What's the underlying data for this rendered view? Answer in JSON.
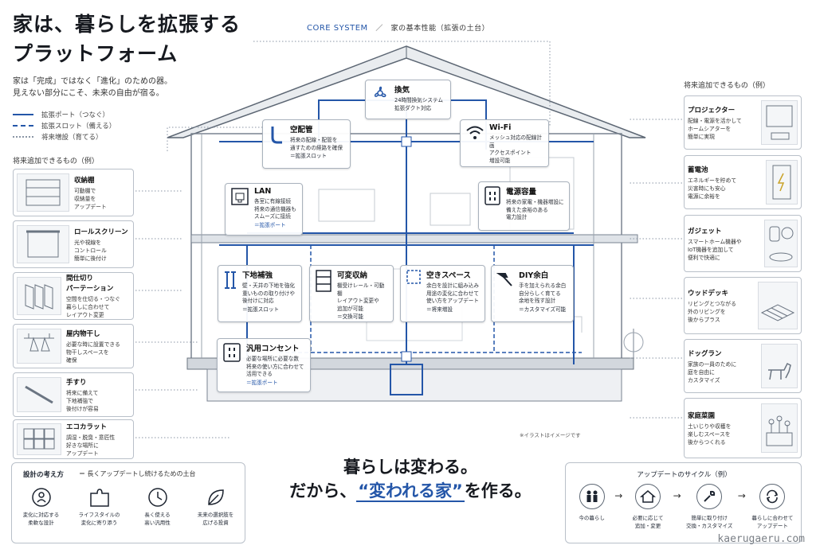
{
  "header": {
    "title_line1": "家は、暮らしを拡張する",
    "title_line2": "プラットフォーム",
    "lead_line1": "家は「完成」ではなく「進化」のための器。",
    "lead_line2": "見えない部分にこそ、未来の自由が宿る。"
  },
  "legend": [
    {
      "label": "拡張ポート（つなぐ）"
    },
    {
      "label": "拡張スロット（備える）"
    },
    {
      "label": "将来増設（育てる）"
    }
  ],
  "core": {
    "title": "CORE SYSTEM",
    "slash": "／",
    "subtitle": "家の基本性能（拡張の土台）"
  },
  "left": {
    "heading": "将来追加できるもの（例）",
    "items": [
      {
        "title": "収納棚",
        "body": [
          "可動棚で",
          "収納量を",
          "アップデート"
        ]
      },
      {
        "title": "ロールスクリーン",
        "body": [
          "光や視線を",
          "コントロール",
          "簡単に後付け"
        ]
      },
      {
        "title": "間仕切り",
        "title2": "パーテーション",
        "body": [
          "空間を仕切る・つなぐ",
          "暮らしに合わせて",
          "レイアウト変更"
        ]
      },
      {
        "title": "屋内物干し",
        "body": [
          "必要な時に設置できる",
          "物干しスペースを",
          "確保"
        ]
      },
      {
        "title": "手すり",
        "body": [
          "将来に備えて",
          "下地補強で",
          "後付けが容易"
        ]
      },
      {
        "title": "エコカラット",
        "body": [
          "調湿・脱臭・意匠性",
          "好きな場所に",
          "アップデート"
        ]
      }
    ]
  },
  "right": {
    "heading": "将来追加できるもの（例）",
    "items": [
      {
        "title": "プロジェクター",
        "body": [
          "配線・電源を活かして",
          "ホームシアターを",
          "簡単に実現"
        ]
      },
      {
        "title": "蓄電池",
        "body": [
          "エネルギーを貯めて",
          "災害時にも安心",
          "電源に余裕を"
        ]
      },
      {
        "title": "ガジェット",
        "body": [
          "スマートホーム機器や",
          "IoT機器を追加して",
          "便利で快適に"
        ]
      },
      {
        "title": "ウッドデッキ",
        "body": [
          "リビングとつながる",
          "外のリビングを",
          "後からプラス"
        ]
      },
      {
        "title": "ドッグラン",
        "body": [
          "家族の一員のために",
          "庭を自由に",
          "カスタマイズ"
        ]
      },
      {
        "title": "家庭菜園",
        "body": [
          "土いじりや収穫を",
          "楽しむスペースを",
          "後からつくれる"
        ]
      }
    ]
  },
  "cards": {
    "kanki": {
      "title": "換気",
      "body": [
        "24時間換気システム",
        "拡張ダクト対応"
      ]
    },
    "haikan": {
      "title": "空配管",
      "body": [
        "将来の配線・配管を",
        "通すための経路を確保"
      ],
      "tag": "＝拡張スロット"
    },
    "wifi": {
      "title": "Wi-Fi",
      "body": [
        "メッシュ対応の配線計画",
        "アクセスポイント",
        "増設可能"
      ]
    },
    "lan": {
      "title": "LAN",
      "body": [
        "各室に有線接続",
        "将来の通信機器も",
        "スムーズに接続"
      ],
      "tag": "＝拡張ポート"
    },
    "dengen": {
      "title": "電源容量",
      "body": [
        "将来の家電・機器増設に",
        "備えた余裕のある",
        "電力設計"
      ]
    },
    "shitaji": {
      "title": "下地補強",
      "body": [
        "壁・天井の下地を強化",
        "重いものの取り付けや",
        "後付けに対応"
      ],
      "tag": "＝拡張スロット"
    },
    "kahen": {
      "title": "可変収納",
      "body": [
        "棚受けレール・可動棚",
        "レイアウト変更や",
        "追加が可能"
      ],
      "tag": "＝交換可能"
    },
    "aki": {
      "title": "空きスペース",
      "body": [
        "余白を設計に組み込み",
        "用途の変化に合わせて",
        "使い方をアップデート"
      ],
      "tag": "＝将来増設"
    },
    "diy": {
      "title": "DIY余白",
      "body": [
        "手を加えられる余白",
        "自分らしく育てる",
        "余地を残す設計"
      ],
      "tag": "＝カスタマイズ可能"
    },
    "concent": {
      "title": "汎用コンセント",
      "body": [
        "必要な場所に必要な数",
        "将来の使い方に合わせて",
        "活用できる"
      ],
      "tag": "＝拡張ポート"
    }
  },
  "note": "※イラストはイメージです",
  "design": {
    "label": "設計の考え方",
    "eq": "＝ 長くアップデートし続けるための土台",
    "items": [
      {
        "l1": "変化に対応する",
        "l2": "柔軟な設計"
      },
      {
        "l1": "ライフスタイルの",
        "l2": "変化に寄り添う"
      },
      {
        "l1": "長く使える",
        "l2": "高い汎用性"
      },
      {
        "l1": "未来の選択肢を",
        "l2": "広げる投資"
      }
    ]
  },
  "tagline": {
    "l1": "暮らしは変わる。",
    "l2a": "だから、",
    "l2b": "“変われる家”",
    "l2c": "を作る。"
  },
  "cycle": {
    "heading": "アップデートのサイクル（例）",
    "arrow": "→",
    "steps": [
      {
        "l1": "今の暮らし",
        "l2": ""
      },
      {
        "l1": "必要に応じて",
        "l2": "追加・変更"
      },
      {
        "l1": "簡単に取り付け",
        "l2": "交換・カスタマイズ"
      },
      {
        "l1": "暮らしに合わせて",
        "l2": "アップデート"
      }
    ]
  },
  "watermark": "kaerugaeru.com",
  "colors": {
    "accent": "#2456a8",
    "line": "#5c6673"
  }
}
